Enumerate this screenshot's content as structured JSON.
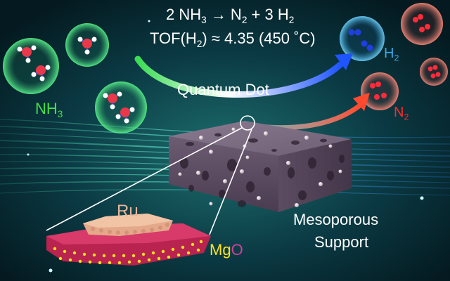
{
  "equation": {
    "reaction_prefix": "2 NH",
    "reaction_sub1": "3",
    "reaction_mid": " → N",
    "reaction_sub2": "2",
    "reaction_mid2": " + 3 H",
    "reaction_sub3": "2",
    "tof_prefix": "TOF(H",
    "tof_sub": "2",
    "tof_suffix": ") ≈ 4.35 (450 ˚C)"
  },
  "labels": {
    "quantum_dot": "Quantum Dot",
    "nh3_main": "NH",
    "nh3_sub": "3",
    "h2_main": "H",
    "h2_sub": "2",
    "n2_main": "N",
    "n2_sub": "2",
    "ru": "Ru",
    "mgo_mg": "Mg",
    "mgo_o": "O",
    "support_line1": "Mesoporous",
    "support_line2": "Support"
  },
  "colors": {
    "nh3_green": "#43e04a",
    "h2_blue": "#3ba7e8",
    "n2_red": "#ff2b2b",
    "mg_yellow": "#ffe21a",
    "o_magenta": "#d0409a",
    "ru_peach": "#e8b49c",
    "support_purple": "#7d6b82"
  }
}
